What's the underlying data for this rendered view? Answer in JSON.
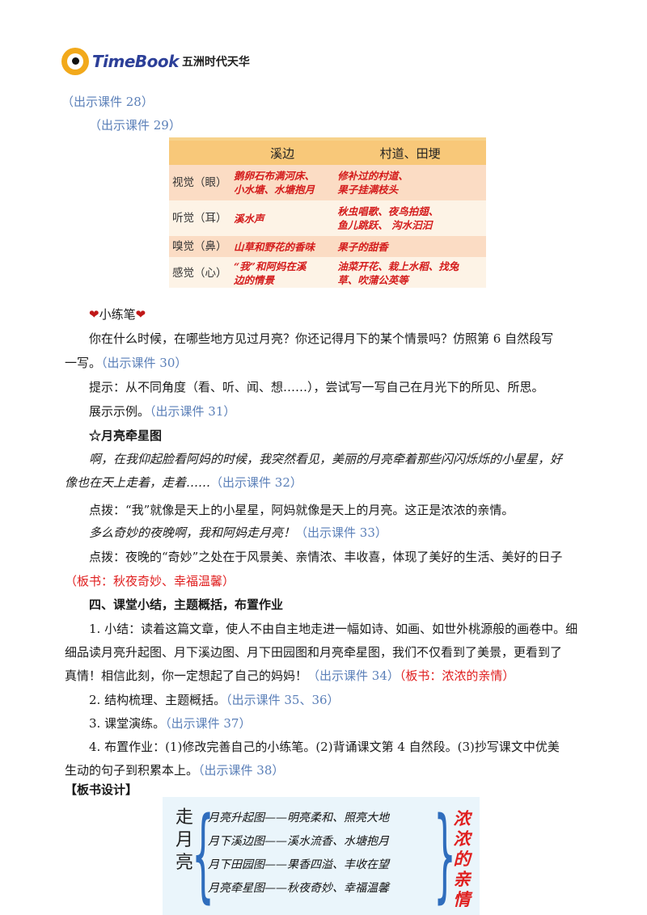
{
  "logo": {
    "brand": "TimeBook",
    "cn": "五洲时代天华"
  },
  "cues": {
    "c28": "（出示课件 28）",
    "c29": "（出示课件 29）"
  },
  "table": {
    "headers": [
      "",
      "溪边",
      "村道、田埂"
    ],
    "rows": [
      {
        "label": "视觉（眼）",
        "a": [
          "鹅卵石布满河床、",
          "小水塘、水塘抱月"
        ],
        "b": [
          "修补过的村道、",
          "果子挂满枝头"
        ]
      },
      {
        "label": "听觉（耳）",
        "a": [
          "溪水声"
        ],
        "b": [
          "秋虫唱歌、夜鸟拍翅、",
          "鱼儿跳跃、 沟水汩汩"
        ]
      },
      {
        "label": "嗅觉（鼻）",
        "a": [
          "山草和野花的香味"
        ],
        "b": [
          "果子的甜香"
        ]
      },
      {
        "label": "感觉（心）",
        "a": [
          "“我”和阿妈在溪",
          "边的情景"
        ],
        "b": [
          "油菜开花、栽上水稻、找兔",
          "草、吹蒲公英等"
        ]
      }
    ]
  },
  "practice": {
    "title": "小练笔",
    "heart": "❤",
    "p1a": "你在什么时候，在哪些地方见过月亮？你还记得月下的某个情景吗？仿照第 6 自然段写",
    "p1b": "一写。",
    "p1b_cue": "（出示课件 30）",
    "hint": "提示：从不同角度（看、听、闻、想……），尝试写一写自己在月光下的所见、所思。",
    "example": "展示示例。",
    "example_cue": "（出示课件 31）"
  },
  "moon": {
    "title": "☆月亮牵星图",
    "q1": "啊，在我仰起脸看阿妈的时候，我突然看见，美丽的月亮牵着那些闪闪烁烁的小星星，好",
    "q2": "像也在天上走着，走着……",
    "q2_cue": "（出示课件 32）",
    "tip1": "点拨：“我”就像是天上的小星星，阿妈就像是天上的月亮。这正是浓浓的亲情。",
    "q3": "多么奇妙的夜晚啊，我和阿妈走月亮！",
    "q3_cue": "（出示课件 33）",
    "tip2": "点拨：夜晚的“奇妙”之处在于风景美、亲情浓、丰收喜，体现了美好的生活、美好的日子",
    "board1": "（板书：秋夜奇妙、幸福温馨）"
  },
  "section4": {
    "title": "四、课堂小结，主题概括，布置作业",
    "s1a": "1. 小结：读着这篇文章，使人不由自主地走进一幅如诗、如画、如世外桃源般的画卷中。细",
    "s1b": "细品读月亮升起图、月下溪边图、月下田园图和月亮牵星图，我们不仅看到了美景，更看到了",
    "s1c": "真情！相信此刻，你一定想起了自己的妈妈！",
    "s1c_cue": "（出示课件 34）",
    "s1c_board": "（板书：浓浓的亲情）",
    "s2": "2. 结构梳理、主题概括。",
    "s2_cue": "（出示课件 35、36）",
    "s3": "3. 课堂演练。",
    "s3_cue": "（出示课件 37）",
    "s4a": "4. 布置作业：(1)修改完善自己的小练笔。(2)背诵课文第 4 自然段。(3)抄写课文中优美",
    "s4b": "生动的句子到积累本上。",
    "s4b_cue": "（出示课件 38）"
  },
  "board_design": {
    "heading": "【板书设计】",
    "title": [
      "走",
      "月",
      "亮"
    ],
    "rows": [
      "月亮升起图——明亮柔和、照亮大地",
      "月下溪边图——溪水流香、水塘抱月",
      "月下田园图——果香四溢、丰收在望",
      "月亮牵星图——秋夜奇妙、幸福温馨"
    ],
    "vertical": [
      "浓",
      "浓",
      "的",
      "亲",
      "情"
    ],
    "brace_left": "{",
    "brace_right": "}"
  },
  "colors": {
    "cue": "#5a7fb8",
    "board_text": "#e02020",
    "brand": "#2c3f98",
    "logo_orange": "#f2a91b"
  }
}
